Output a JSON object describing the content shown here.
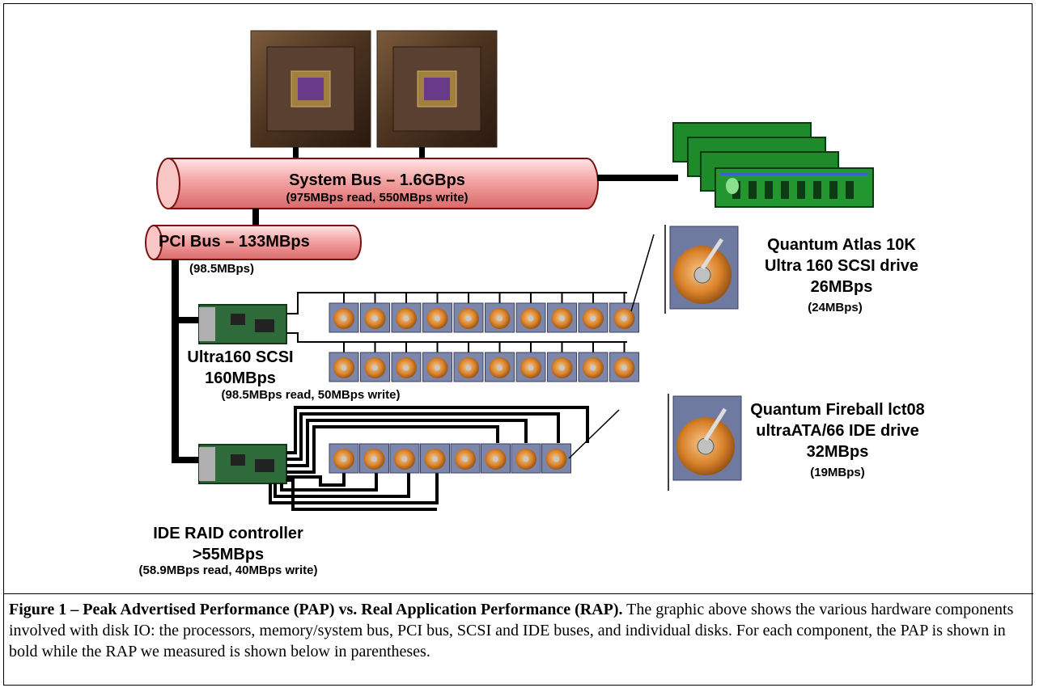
{
  "system_bus": {
    "title": "System Bus – 1.6GBps",
    "measured": "(975MBps read, 550MBps write)"
  },
  "pci_bus": {
    "title": "PCI Bus – 133MBps",
    "measured": "(98.5MBps)"
  },
  "scsi_controller": {
    "title_line1": "Ultra160 SCSI",
    "title_line2": "160MBps",
    "measured": "(98.5MBps read, 50MBps write)"
  },
  "ide_controller": {
    "title_line1": "IDE RAID controller",
    "title_line2": ">55MBps",
    "measured": "(58.9MBps read, 40MBps write)"
  },
  "scsi_drive": {
    "line1": "Quantum Atlas 10K",
    "line2": "Ultra 160 SCSI drive",
    "line3": "26MBps",
    "measured": "(24MBps)"
  },
  "ide_drive": {
    "line1": "Quantum Fireball lct08",
    "line2": "ultraATA/66  IDE drive",
    "line3": "32MBps",
    "measured": "(19MBps)"
  },
  "caption": {
    "title": "Figure 1 – Peak Advertised Performance (PAP) vs. Real Application Performance (RAP).",
    "body": " The graphic above shows the various hardware components involved with disk IO: the processors, memory/system bus, PCI bus, SCSI and IDE buses, and individual disks. For each component, the PAP is shown in bold while the RAP we measured is shown below in parentheses."
  },
  "colors": {
    "bus_fill": "#f4a3a3",
    "bus_stroke": "#7a1010",
    "line": "#000000",
    "memory_green": "#1f8a2a",
    "disk_orange": "#d9822b"
  }
}
